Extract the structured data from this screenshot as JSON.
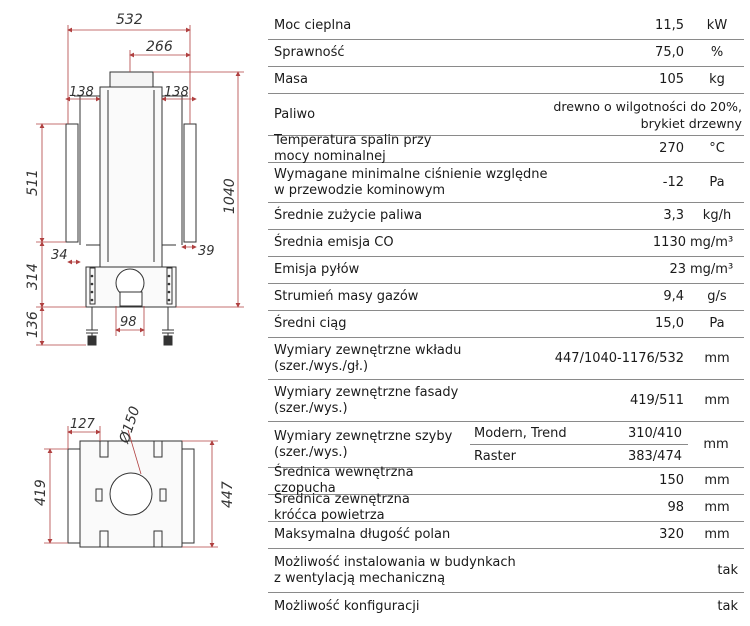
{
  "drawing_front": {
    "dim_width": "532",
    "dim_flue": "266",
    "dim_side_left": "138",
    "dim_side_right": "138",
    "dim_upper": "511",
    "dim_total_height": "1040",
    "dim_left_step": "34",
    "dim_right_step": "39",
    "dim_lower": "314",
    "dim_duct": "98",
    "dim_feet": "136"
  },
  "drawing_top": {
    "dim_offset": "127",
    "dim_diameter": "Ø150",
    "dim_depth_left": "419",
    "dim_depth_right": "447"
  },
  "specs": [
    {
      "label": "Moc cieplna",
      "value": "11,5",
      "unit": "kW"
    },
    {
      "label": "Sprawność",
      "value": "75,0",
      "unit": "%"
    },
    {
      "label": "Masa",
      "value": "105",
      "unit": "kg"
    },
    {
      "label": "Paliwo",
      "value": "drewno o wilgotności do 20%, brykiet drzewny",
      "unit": ""
    },
    {
      "label": "Temperatura spalin przy mocy nominalnej",
      "value": "270",
      "unit": "°C"
    },
    {
      "label": "Wymagane minimalne ciśnienie względne w przewodzie kominowym",
      "value": "-12",
      "unit": "Pa"
    },
    {
      "label": "Średnie zużycie paliwa",
      "value": "3,3",
      "unit": "kg/h"
    },
    {
      "label": "Średnia emisja CO",
      "value": "1130",
      "unit": "mg/m³"
    },
    {
      "label": "Emisja pyłów",
      "value": "23",
      "unit": "mg/m³"
    },
    {
      "label": "Strumień masy gazów",
      "value": "9,4",
      "unit": "g/s"
    },
    {
      "label": "Średni ciąg",
      "value": "15,0",
      "unit": "Pa"
    },
    {
      "label": "Wymiary zewnętrzne wkładu (szer./wys./gł.)",
      "value": "447/1040-1176/532",
      "unit": "mm"
    },
    {
      "label": "Wymiary zewnętrzne fasady (szer./wys.)",
      "value": "419/511",
      "unit": "mm"
    }
  ],
  "glass": {
    "label": "Wymiary zewnętrzne szyby (szer./wys.)",
    "unit": "mm",
    "variants": [
      {
        "name": "Modern, Trend",
        "value": "310/410"
      },
      {
        "name": "Raster",
        "value": "383/474"
      }
    ]
  },
  "specs_after": [
    {
      "label": "Średnica wewnętrzna czopucha",
      "value": "150",
      "unit": "mm"
    },
    {
      "label": "Średnica zewnętrzna króćca powietrza",
      "value": "98",
      "unit": "mm"
    },
    {
      "label": "Maksymalna długość polan",
      "value": "320",
      "unit": "mm"
    },
    {
      "label": "Możliwość instalowania w budynkach z wentylacją mechaniczną",
      "value": "",
      "unit": "tak"
    },
    {
      "label": "Możliwość konfiguracji",
      "value": "",
      "unit": "tak"
    }
  ]
}
